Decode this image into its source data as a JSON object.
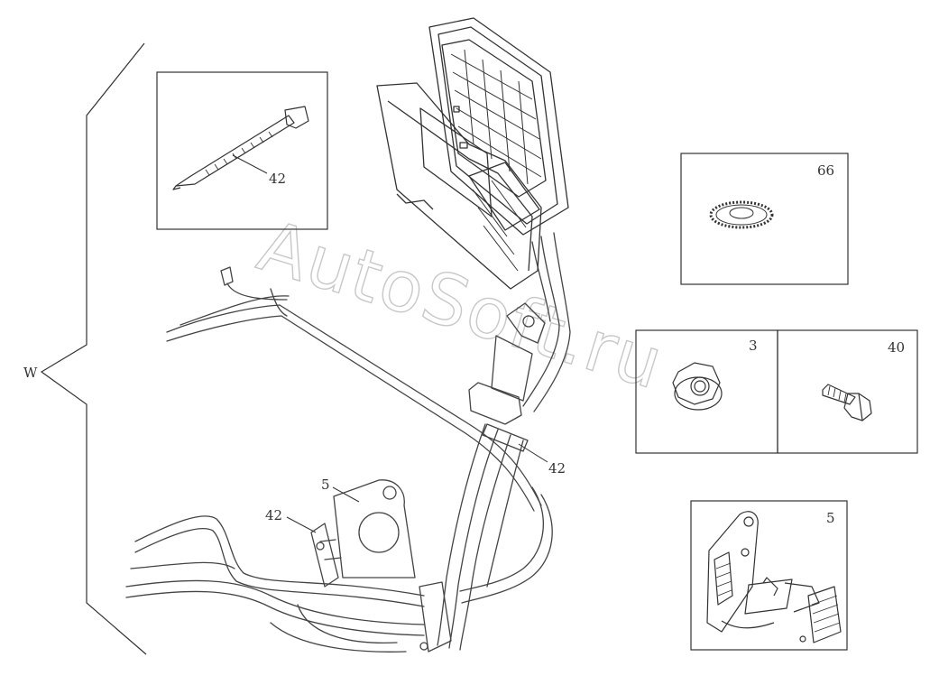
{
  "diagram": {
    "group_letter": "W",
    "callouts": [
      {
        "id": "c1",
        "text": "42"
      },
      {
        "id": "c2",
        "text": "42"
      },
      {
        "id": "c3",
        "text": "5"
      },
      {
        "id": "c4",
        "text": "42"
      }
    ],
    "insets": [
      {
        "id": "tie",
        "label": "42"
      },
      {
        "id": "washer",
        "label": "66"
      },
      {
        "id": "nut",
        "label": "3"
      },
      {
        "id": "bolt",
        "label": "40"
      },
      {
        "id": "bracket",
        "label": "5"
      }
    ]
  },
  "watermark": {
    "text": "AutoSoft.ru"
  }
}
